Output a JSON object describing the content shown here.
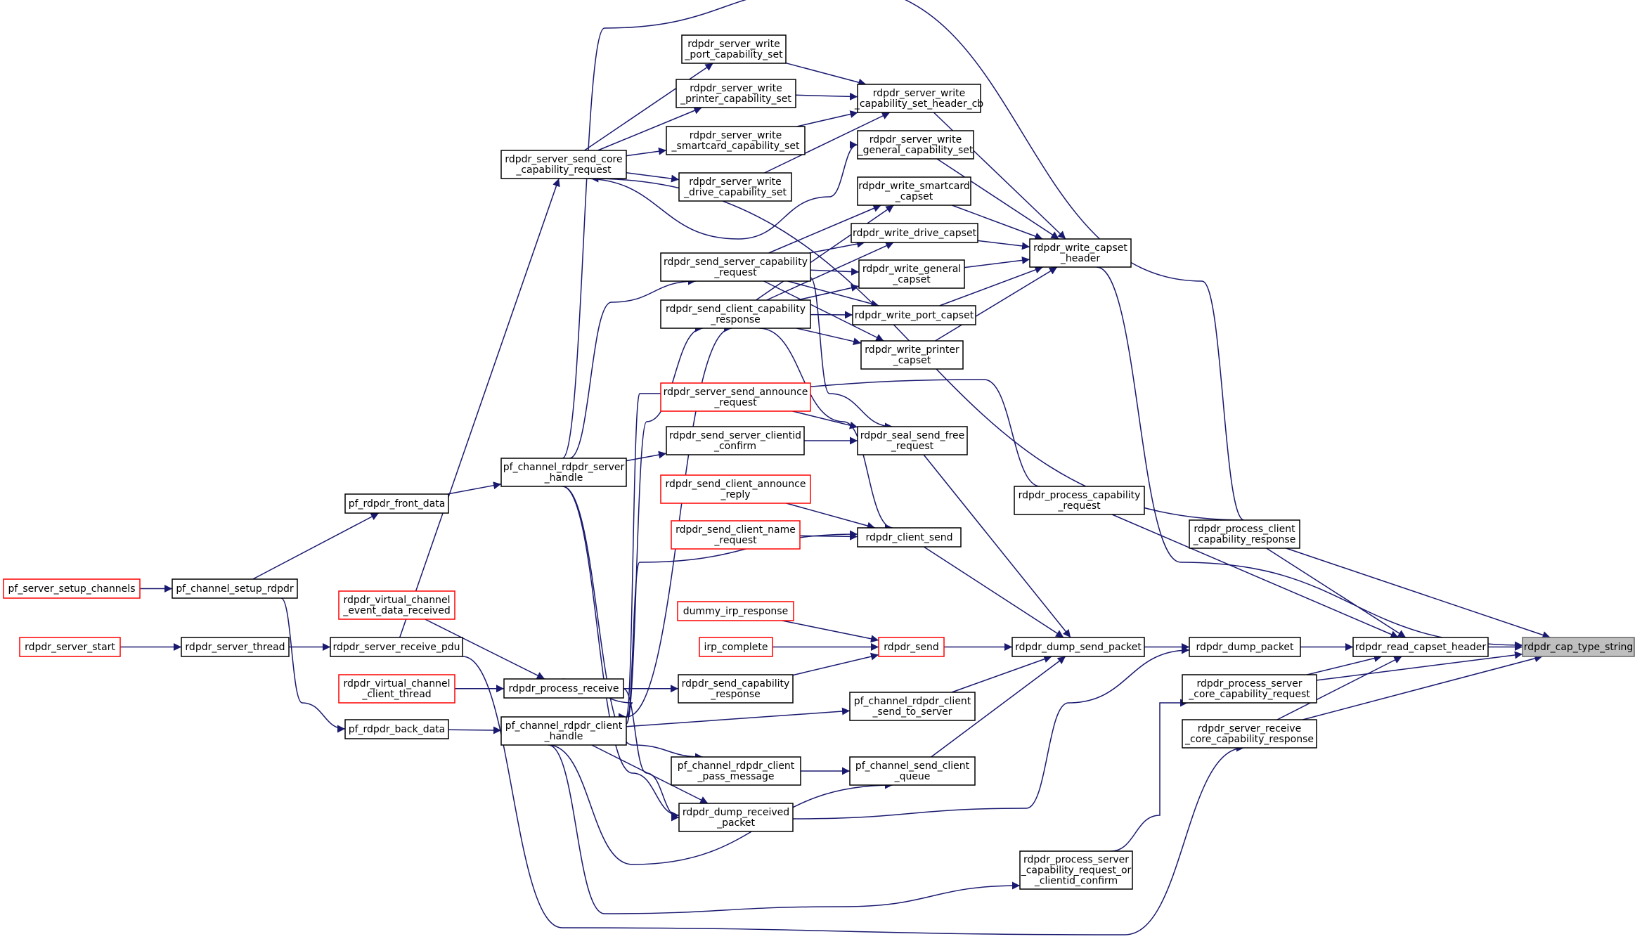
{
  "nodes": {
    "cap_type_string": {
      "lines": [
        "rdpdr_cap_type_string"
      ]
    },
    "read_capset_header": {
      "lines": [
        "rdpdr_read_capset_header"
      ]
    },
    "process_client_cap_resp": {
      "lines": [
        "rdpdr_process_client",
        "_capability_response"
      ]
    },
    "process_server_core_cap_req": {
      "lines": [
        "rdpdr_process_server",
        "_core_capability_request"
      ]
    },
    "server_receive_core_cap_resp": {
      "lines": [
        "rdpdr_server_receive",
        "_core_capability_response"
      ]
    },
    "dump_packet": {
      "lines": [
        "rdpdr_dump_packet"
      ]
    },
    "process_server_cap_req_or_clientid": {
      "lines": [
        "rdpdr_process_server",
        "_capability_request_or",
        "_clientid_confirm"
      ]
    },
    "dump_send_packet": {
      "lines": [
        "rdpdr_dump_send_packet"
      ]
    },
    "process_capability_request": {
      "lines": [
        "rdpdr_process_capability",
        "_request"
      ]
    },
    "write_capset_header": {
      "lines": [
        "rdpdr_write_capset",
        "_header"
      ]
    },
    "server_write_cap_set_header_cb": {
      "lines": [
        "rdpdr_server_write",
        "_capability_set_header_cb"
      ]
    },
    "server_write_general_cap_set": {
      "lines": [
        "rdpdr_server_write",
        "_general_capability_set"
      ]
    },
    "write_smartcard_capset": {
      "lines": [
        "rdpdr_write_smartcard",
        "_capset"
      ]
    },
    "write_drive_capset": {
      "lines": [
        "rdpdr_write_drive_capset"
      ]
    },
    "write_general_capset": {
      "lines": [
        "rdpdr_write_general",
        "_capset"
      ]
    },
    "write_port_capset": {
      "lines": [
        "rdpdr_write_port_capset"
      ]
    },
    "write_printer_capset": {
      "lines": [
        "rdpdr_write_printer",
        "_capset"
      ]
    },
    "seal_send_free_request": {
      "lines": [
        "rdpdr_seal_send_free",
        "_request"
      ]
    },
    "client_send": {
      "lines": [
        "rdpdr_client_send"
      ]
    },
    "send": {
      "lines": [
        "rdpdr_send"
      ]
    },
    "pf_channel_rdpdr_client_send_to_server": {
      "lines": [
        "pf_channel_rdpdr_client",
        "_send_to_server"
      ]
    },
    "pf_channel_send_client_queue": {
      "lines": [
        "pf_channel_send_client",
        "_queue"
      ]
    },
    "server_write_port_cap_set": {
      "lines": [
        "rdpdr_server_write",
        "_port_capability_set"
      ]
    },
    "server_write_printer_cap_set": {
      "lines": [
        "rdpdr_server_write",
        "_printer_capability_set"
      ]
    },
    "server_write_smartcard_cap_set": {
      "lines": [
        "rdpdr_server_write",
        "_smartcard_capability_set"
      ]
    },
    "server_write_drive_cap_set": {
      "lines": [
        "rdpdr_server_write",
        "_drive_capability_set"
      ]
    },
    "send_server_capability_request": {
      "lines": [
        "rdpdr_send_server_capability",
        "_request"
      ]
    },
    "send_client_capability_response": {
      "lines": [
        "rdpdr_send_client_capability",
        "_response"
      ]
    },
    "server_send_announce_request": {
      "lines": [
        "rdpdr_server_send_announce",
        "_request"
      ]
    },
    "send_server_clientid_confirm": {
      "lines": [
        "rdpdr_send_server_clientid",
        "_confirm"
      ]
    },
    "send_client_announce_reply": {
      "lines": [
        "rdpdr_send_client_announce",
        "_reply"
      ]
    },
    "send_client_name_request": {
      "lines": [
        "rdpdr_send_client_name",
        "_request"
      ]
    },
    "dummy_irp_response": {
      "lines": [
        "dummy_irp_response"
      ]
    },
    "irp_complete": {
      "lines": [
        "irp_complete"
      ]
    },
    "send_capability_response": {
      "lines": [
        "rdpdr_send_capability",
        "_response"
      ]
    },
    "pf_channel_rdpdr_client_pass_message": {
      "lines": [
        "pf_channel_rdpdr_client",
        "_pass_message"
      ]
    },
    "dump_received_packet": {
      "lines": [
        "rdpdr_dump_received",
        "_packet"
      ]
    },
    "server_send_core_cap_req": {
      "lines": [
        "rdpdr_server_send_core",
        "_capability_request"
      ]
    },
    "pf_channel_rdpdr_server_handle": {
      "lines": [
        "pf_channel_rdpdr_server",
        "_handle"
      ]
    },
    "process_receive": {
      "lines": [
        "rdpdr_process_receive"
      ]
    },
    "pf_channel_rdpdr_client_handle": {
      "lines": [
        "pf_channel_rdpdr_client",
        "_handle"
      ]
    },
    "pf_rdpdr_front_data": {
      "lines": [
        "pf_rdpdr_front_data"
      ]
    },
    "pf_channel_setup_rdpdr": {
      "lines": [
        "pf_channel_setup_rdpdr"
      ]
    },
    "virtual_channel_event_data_received": {
      "lines": [
        "rdpdr_virtual_channel",
        "_event_data_received"
      ]
    },
    "server_receive_pdu": {
      "lines": [
        "rdpdr_server_receive_pdu"
      ]
    },
    "virtual_channel_client_thread": {
      "lines": [
        "rdpdr_virtual_channel",
        "_client_thread"
      ]
    },
    "pf_rdpdr_back_data": {
      "lines": [
        "pf_rdpdr_back_data"
      ]
    },
    "pf_server_setup_channels": {
      "lines": [
        "pf_server_setup_channels"
      ]
    },
    "server_thread": {
      "lines": [
        "rdpdr_server_thread"
      ]
    },
    "server_start": {
      "lines": [
        "rdpdr_server_start"
      ]
    }
  }
}
